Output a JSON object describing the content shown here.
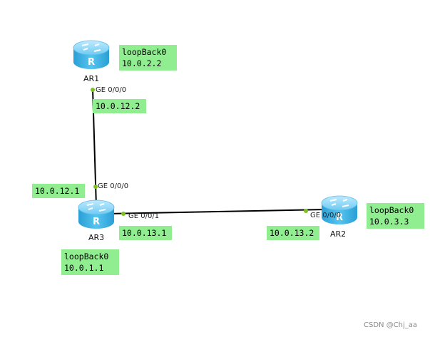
{
  "colors": {
    "label_box": "#90ee90",
    "link": "#000000",
    "port_dot": "#7cc21e",
    "router_body": "#3fb6e6"
  },
  "routers": [
    {
      "id": "ar1",
      "name": "AR1",
      "icon": "router-icon",
      "glyph": "R"
    },
    {
      "id": "ar3",
      "name": "AR3",
      "icon": "router-icon",
      "glyph": "R"
    },
    {
      "id": "ar2",
      "name": "AR2",
      "icon": "router-icon",
      "glyph": "R"
    }
  ],
  "links": [
    {
      "from": "ar1",
      "to": "ar3",
      "from_port": "GE 0/0/0",
      "to_port": "GE 0/0/0"
    },
    {
      "from": "ar3",
      "to": "ar2",
      "from_port": "GE 0/0/1",
      "to_port": "GE 0/0/0"
    }
  ],
  "labels": {
    "ar1_loopback": [
      "loopBack0",
      "10.0.2.2"
    ],
    "ar1_ge000_ip": "10.0.12.2",
    "ar3_ge000_ip": "10.0.12.1",
    "ar3_ge001_ip": "10.0.13.1",
    "ar3_loopback": [
      "loopBack0",
      "10.0.1.1"
    ],
    "ar2_ge000_ip": "10.0.13.2",
    "ar2_loopback": [
      "loopBack0",
      "10.0.3.3"
    ]
  },
  "watermark": "CSDN @Chj_aa"
}
